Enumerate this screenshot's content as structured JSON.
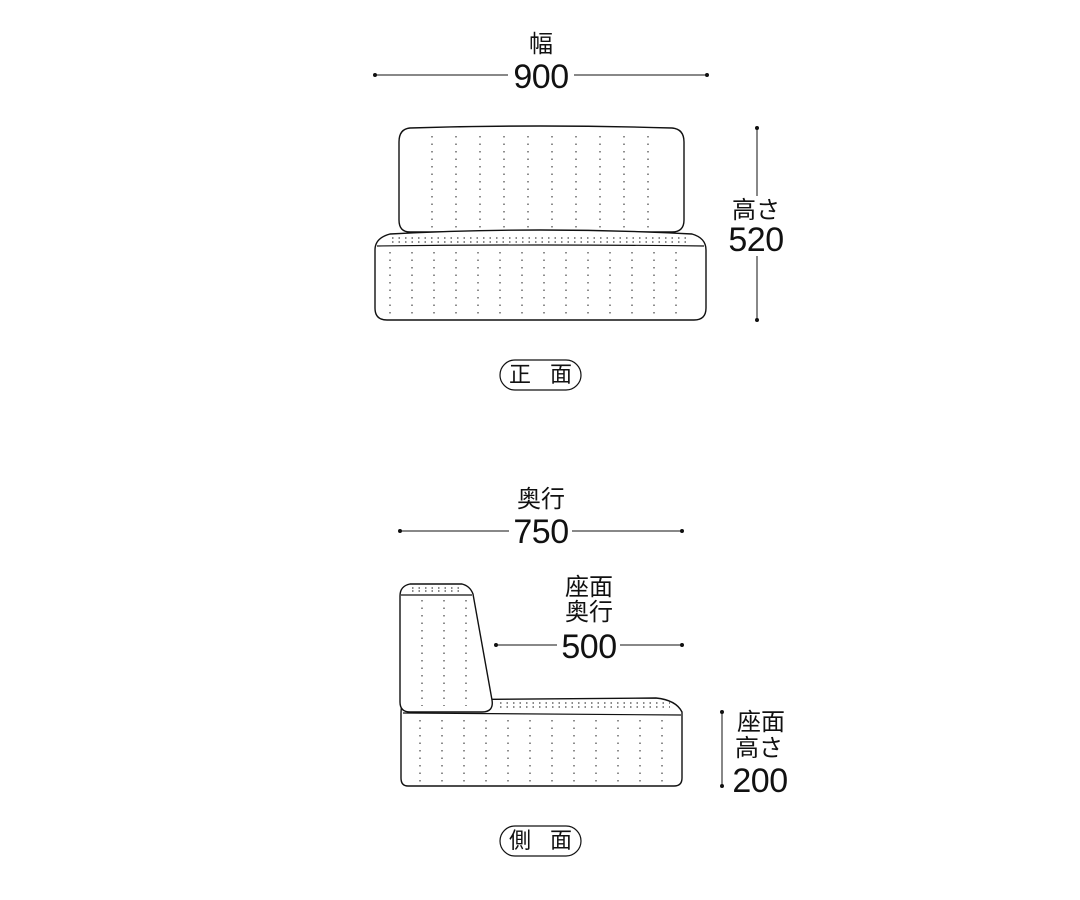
{
  "front": {
    "width_label": "幅",
    "width_value": "900",
    "height_label": "高さ",
    "height_value": "520",
    "view_label": "正 面"
  },
  "side": {
    "depth_label": "奥行",
    "depth_value": "750",
    "seat_depth_label_1": "座面",
    "seat_depth_label_2": "奥行",
    "seat_depth_value": "500",
    "seat_height_label_1": "座面",
    "seat_height_label_2": "高さ",
    "seat_height_value": "200",
    "view_label": "側 面"
  },
  "colors": {
    "line": "#111111",
    "stitch": "#333333",
    "background": "#ffffff"
  }
}
